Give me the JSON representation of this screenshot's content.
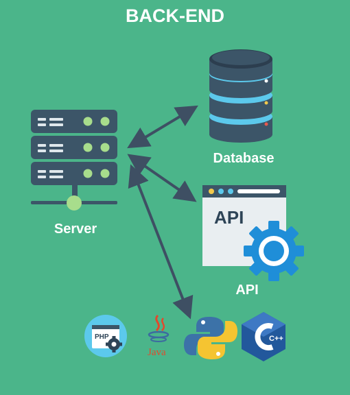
{
  "title": "BACK-END",
  "nodes": {
    "server": {
      "label": "Server"
    },
    "database": {
      "label": "Database"
    },
    "api": {
      "label": "API",
      "window_text": "API"
    }
  },
  "technologies": [
    {
      "icon": "php-icon",
      "label": "PHP"
    },
    {
      "icon": "java-icon",
      "label": "Java"
    },
    {
      "icon": "python-icon"
    },
    {
      "icon": "cpp-icon",
      "label": "C++"
    }
  ],
  "colors": {
    "background": "#4bb58a",
    "server": "#3c5568",
    "light_green": "#a8dd8c",
    "db_ring": "#5cc9ec",
    "api_gear": "#1f8ed8",
    "arrow": "#3e4f63"
  }
}
